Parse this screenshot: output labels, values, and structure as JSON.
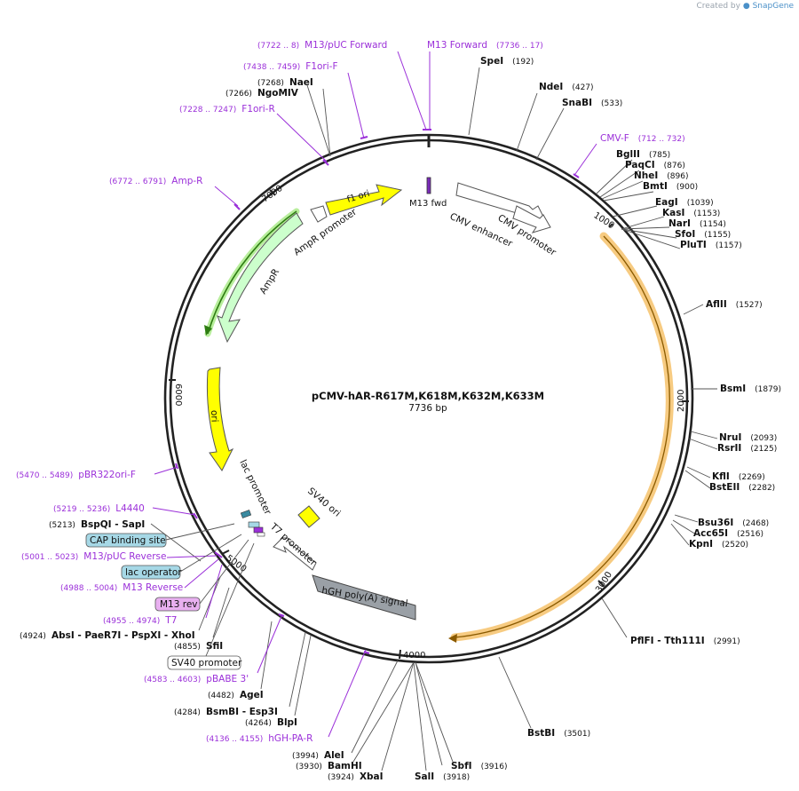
{
  "credit": {
    "prefix": "Created by",
    "brand": "SnapGene"
  },
  "map": {
    "name": "pCMV-hAR-R617M,K618M,K632M,K633M",
    "size": "7736 bp",
    "tick_labels": [
      "1000",
      "2000",
      "3000",
      "4000",
      "5000",
      "6000",
      "7000"
    ]
  },
  "primers": [
    {
      "range": "(7722 .. 8)",
      "name": "M13/pUC Forward"
    },
    {
      "range": "(7736 .. 17)",
      "name": "M13 Forward"
    },
    {
      "range": "(7438 .. 7459)",
      "name": "F1ori-F"
    },
    {
      "range": "(7228 .. 7247)",
      "name": "F1ori-R"
    },
    {
      "range": "(6772 .. 6791)",
      "name": "Amp-R"
    },
    {
      "range": "(712 .. 732)",
      "name": "CMV-F"
    },
    {
      "range": "(5470 .. 5489)",
      "name": "pBR322ori-F"
    },
    {
      "range": "(5219 .. 5236)",
      "name": "L4440"
    },
    {
      "range": "(5001 .. 5023)",
      "name": "M13/pUC Reverse"
    },
    {
      "range": "(4988 .. 5004)",
      "name": "M13 Reverse"
    },
    {
      "range": "(4955 .. 4974)",
      "name": "T7"
    },
    {
      "range": "(4583 .. 4603)",
      "name": "pBABE 3'"
    },
    {
      "range": "(4136 .. 4155)",
      "name": "hGH-PA-R"
    }
  ],
  "enzymes": [
    {
      "name": "SpeI",
      "pos": "(192)"
    },
    {
      "name": "NdeI",
      "pos": "(427)"
    },
    {
      "name": "SnaBI",
      "pos": "(533)"
    },
    {
      "name": "BglII",
      "pos": "(785)"
    },
    {
      "name": "PaqCI",
      "pos": "(876)"
    },
    {
      "name": "NheI",
      "pos": "(896)"
    },
    {
      "name": "BmtI",
      "pos": "(900)"
    },
    {
      "name": "EagI",
      "pos": "(1039)"
    },
    {
      "name": "KasI",
      "pos": "(1153)"
    },
    {
      "name": "NarI",
      "pos": "(1154)"
    },
    {
      "name": "SfoI",
      "pos": "(1155)"
    },
    {
      "name": "PluTI",
      "pos": "(1157)"
    },
    {
      "name": "AflII",
      "pos": "(1527)"
    },
    {
      "name": "BsmI",
      "pos": "(1879)"
    },
    {
      "name": "NruI",
      "pos": "(2093)"
    },
    {
      "name": "RsrII",
      "pos": "(2125)"
    },
    {
      "name": "KflI",
      "pos": "(2269)"
    },
    {
      "name": "BstEII",
      "pos": "(2282)"
    },
    {
      "name": "Bsu36I",
      "pos": "(2468)"
    },
    {
      "name": "Acc65I",
      "pos": "(2516)"
    },
    {
      "name": "KpnI",
      "pos": "(2520)"
    },
    {
      "name": "PflFI - Tth111I",
      "pos": "(2991)"
    },
    {
      "name": "BstBI",
      "pos": "(3501)"
    },
    {
      "name": "SbfI",
      "pos": "(3916)"
    },
    {
      "name": "SalI",
      "pos": "(3918)"
    },
    {
      "name": "XbaI",
      "pos": "(3924)"
    },
    {
      "name": "BamHI",
      "pos": "(3930)"
    },
    {
      "name": "AleI",
      "pos": "(3994)"
    },
    {
      "name": "BlpI",
      "pos": "(4264)"
    },
    {
      "name": "BsmBI - Esp3I",
      "pos": "(4284)"
    },
    {
      "name": "AgeI",
      "pos": "(4482)"
    },
    {
      "name": "SfiI",
      "pos": "(4855)"
    },
    {
      "name": "AbsI - PaeR7I - PspXI - XhoI",
      "pos": "(4924)"
    },
    {
      "name": "BspQI - SapI",
      "pos": "(5213)"
    },
    {
      "name": "NaeI",
      "pos": "(7268)"
    },
    {
      "name": "NgoMIV",
      "pos": "(7266)"
    }
  ],
  "features": [
    {
      "name": "f1 ori"
    },
    {
      "name": "M13 fwd"
    },
    {
      "name": "CMV enhancer"
    },
    {
      "name": "CMV promoter"
    },
    {
      "name": "AmpR promoter"
    },
    {
      "name": "AmpR"
    },
    {
      "name": "ori"
    },
    {
      "name": "lac promoter"
    },
    {
      "name": "SV40 ori"
    },
    {
      "name": "T7 promoter"
    },
    {
      "name": "hGH poly(A) signal"
    }
  ],
  "boxed_features": [
    {
      "name": "CAP binding site"
    },
    {
      "name": "lac operator"
    },
    {
      "name": "M13 rev"
    },
    {
      "name": "SV40 promoter"
    }
  ],
  "colors": {
    "primer": "#9b30d9",
    "orf_highlight": "#f6c26b",
    "f1_ori": "#ffff00",
    "ampr": "#ccffcc",
    "amp_green": "#2e7d12",
    "cap_box": "#a6d8e6",
    "m13rev_box": "#e8b0f0",
    "hgh": "#9aa0a6"
  }
}
